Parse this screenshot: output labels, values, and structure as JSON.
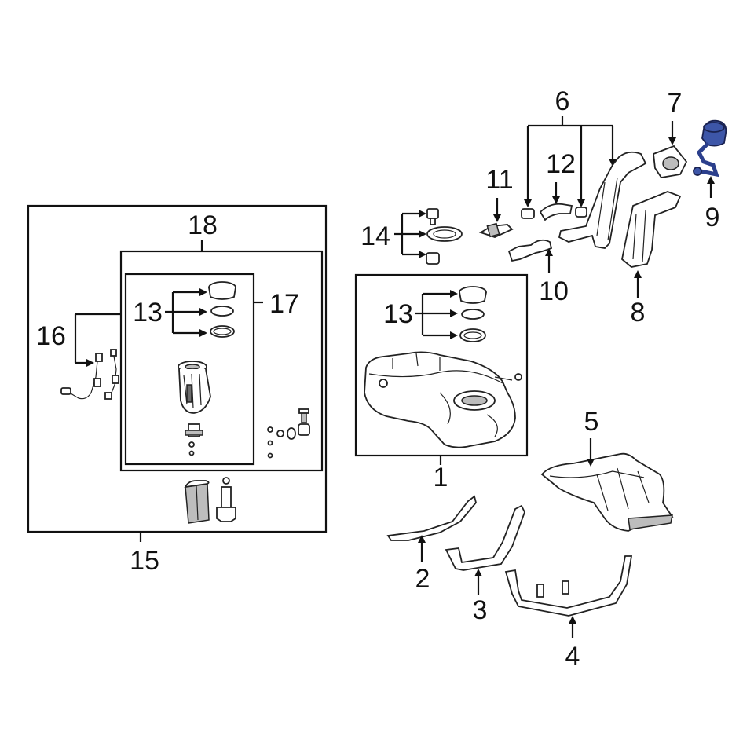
{
  "callouts": {
    "c1": "1",
    "c2": "2",
    "c3": "3",
    "c4": "4",
    "c5": "5",
    "c6": "6",
    "c7": "7",
    "c8": "8",
    "c9": "9",
    "c10": "10",
    "c11": "11",
    "c12": "12",
    "c13a": "13",
    "c13b": "13",
    "c14": "14",
    "c15": "15",
    "c16": "16",
    "c17": "17",
    "c18": "18"
  },
  "colors": {
    "highlight_part": "#3d56a8",
    "line": "#111111",
    "shading": "#bdbdbd"
  },
  "highlighted_part": "9"
}
